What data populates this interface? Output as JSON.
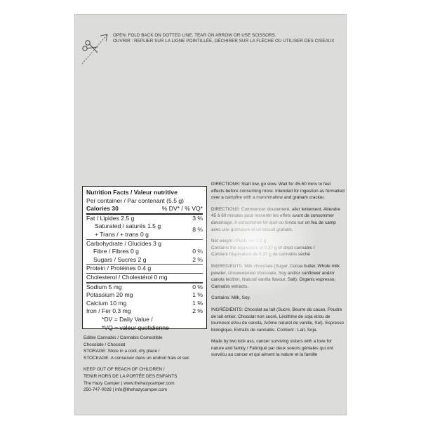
{
  "open_instructions": {
    "en": "OPEN: FOLD BACK ON DOTTED LINE. TEAR ON ARROW OR USE SCISSORS.",
    "fr": "OUVRIR : REPLIER SUR LA LIGNE POINTILLÉE, DÉCHIRER SUR LA FLÈCHE OU UTILISER DES CISEAUX"
  },
  "nutrition": {
    "title": "Nutrition Facts / Valeur nutritive",
    "per": "Per container / Par contenant (5.5 g)",
    "calories_label": "Calories 30",
    "dv_header": "% DV* / % VQ*",
    "rows": [
      {
        "label": "Fat / Lipides 2.5 g",
        "dv": "3 %"
      },
      {
        "label": "Saturated / saturés 1.5 g",
        "dv": "8 %"
      },
      {
        "label": "+ Trans / + trans 0 g",
        "dv": ""
      },
      {
        "label": "Carbohydrate / Glucides 3 g",
        "dv": ""
      },
      {
        "label": "Fibre / Fibres 0 g",
        "dv": "0 %"
      },
      {
        "label": "Sugars / Sucres 2 g",
        "dv": "2 %"
      },
      {
        "label": "Protein / Protéines 0.4 g",
        "dv": ""
      },
      {
        "label": "Cholesterol / Cholestérol 0 mg",
        "dv": ""
      },
      {
        "label": "Sodium 5 mg",
        "dv": "0 %"
      },
      {
        "label": "Potassium 20 mg",
        "dv": "1 %"
      },
      {
        "label": "Calcium 10 mg",
        "dv": "1 %"
      },
      {
        "label": "Iron / Fer 0.3 mg",
        "dv": "2 %"
      }
    ],
    "footnote_1": "*DV = Daily Value /",
    "footnote_2": "*VQ = valeur quotidienne"
  },
  "directions": {
    "en": "DIRECTIONS: Start low, go slow. Wait for 45-60 mins to feel effects before consuming more. Intended for ingestion as formatted over a campfire with a marshmallow and graham cracker.",
    "fr": "DIRECTIONS: Commencer doucement, aller lentement. Attendre 45 à 60 minutes pour ressentir les effets avant de consommer davantage. A consommer tel quel ou fondu sur un feu de camp avec une guimauve et un biscuit graham."
  },
  "net_weight": {
    "line": "Net weight / Poids net 5.5 g",
    "equiv_en": "Contains the equivalent of 0.37 g of dried cannabis /",
    "equiv_fr": "Contient l'équivalent de 0,37 g de cannabis séché"
  },
  "ingredients": {
    "en": "INGREDIENTS: Milk chocolate (Sugar, Cocoa butter, Whole milk powder, Unsweetened chocolate, Soy and/or sunflower and/or canola lecithin, Natural vanilla flavour, Salt). Organic espresso, Cannabis extracts.",
    "en_contains": "Contains: Milk, Soy.",
    "fr": "INGRÉDIENTS: Chocolat au lait (Sucre, Beurre de cacao, Poudre de lait entier, Chocolat non sucré, Lécithine de soja et/ou de tournesol et/ou de canola, Arôme naturel de vanille, Sel). Espresso biologique, Extraits de cannabis. Contient : Lait, Soja."
  },
  "made_by": "Made by two kick ass, cancer surviving sisters with a love for nature and family / Fabriqué par deux soeurs géniales qui ont survécu au cancer et qui aiment la nature et la famille",
  "product_type": {
    "line1": "Edible Cannabis / Cannabis Comestible",
    "line2": "Chocolate / Chocolat"
  },
  "storage": {
    "en": "STORAGE: Store in a cool, dry place /",
    "fr": "STOCKAGE: A conserver dans un endroit frais et sec"
  },
  "warning": {
    "en": "KEEP OUT OF REACH OF CHILDREN /",
    "fr": "TENIR HORS DE LA PORTÉE DES ENFANTS"
  },
  "contact": {
    "line1": "The Hazy Camper | www.thehazycamper.com",
    "line2": "250-747-0028 | info@thehazycamper.com"
  }
}
